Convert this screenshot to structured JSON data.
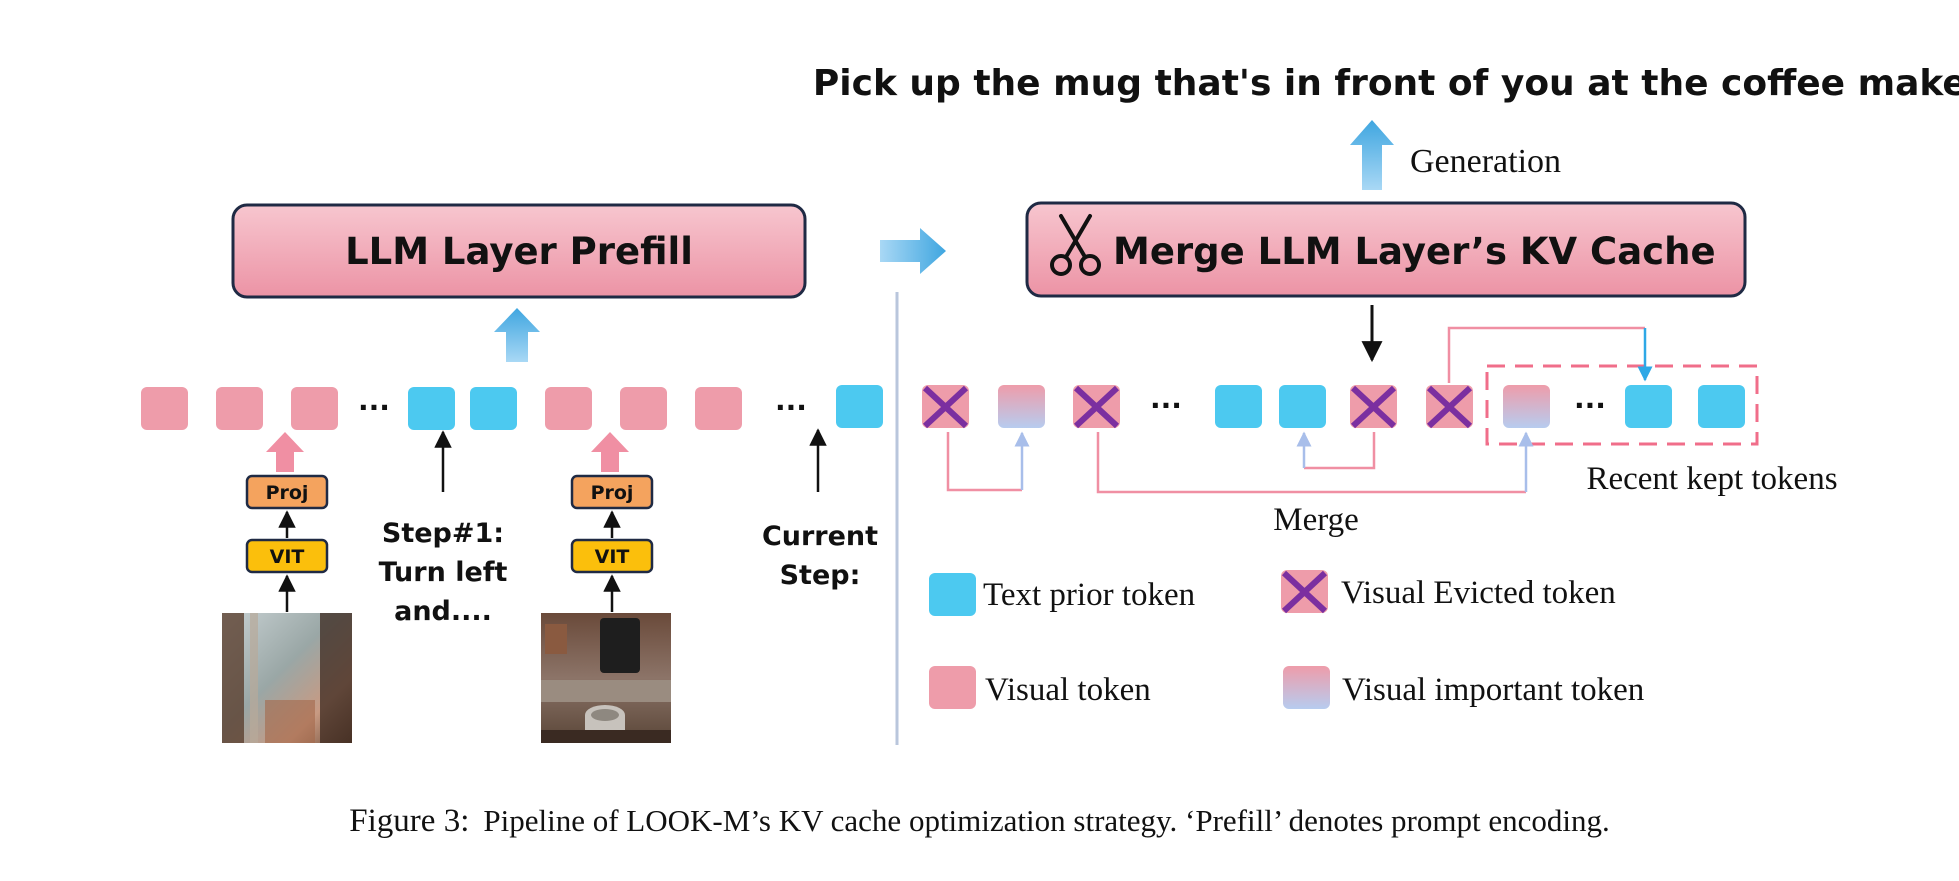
{
  "title": "Pick up the mug that's in front of you at the coffee maker.",
  "generation_label": "Generation",
  "prefill_box": {
    "label": "LLM Layer Prefill"
  },
  "merge_box": {
    "label": "Merge LLM Layer’s KV Cache",
    "icon": "scissors-icon"
  },
  "left_sequence": {
    "ellipsis": "...",
    "proj_label": "Proj",
    "vit_label": "VIT",
    "step1_lines": [
      "Step#1:",
      "Turn left",
      "and...."
    ],
    "current_step_lines": [
      "Current",
      "Step:"
    ]
  },
  "right_sequence": {
    "ellipsis": "...",
    "merge_label": "Merge",
    "recent_label": "Recent kept tokens"
  },
  "legend": {
    "text_prior": "Text prior token",
    "visual_evicted": "Visual Evicted token",
    "visual": "Visual token",
    "visual_important": "Visual important token"
  },
  "caption": {
    "label": "Figure 3:",
    "text": "Pipeline of LOOK-M’s KV cache optimization strategy. ‘Prefill’ denotes prompt encoding."
  },
  "colors": {
    "text_token": "#4CC9F0",
    "visual_token": "#EE9CAA",
    "evict_cross": "#7B2FA0",
    "arrow_blue": "#3FA6E0",
    "arrow_pink": "#F08FA3",
    "proj_fill": "#F4A35E",
    "vit_fill": "#FBBF0C",
    "box_border": "#1F2A44",
    "dashed_border": "#F06E8A"
  }
}
